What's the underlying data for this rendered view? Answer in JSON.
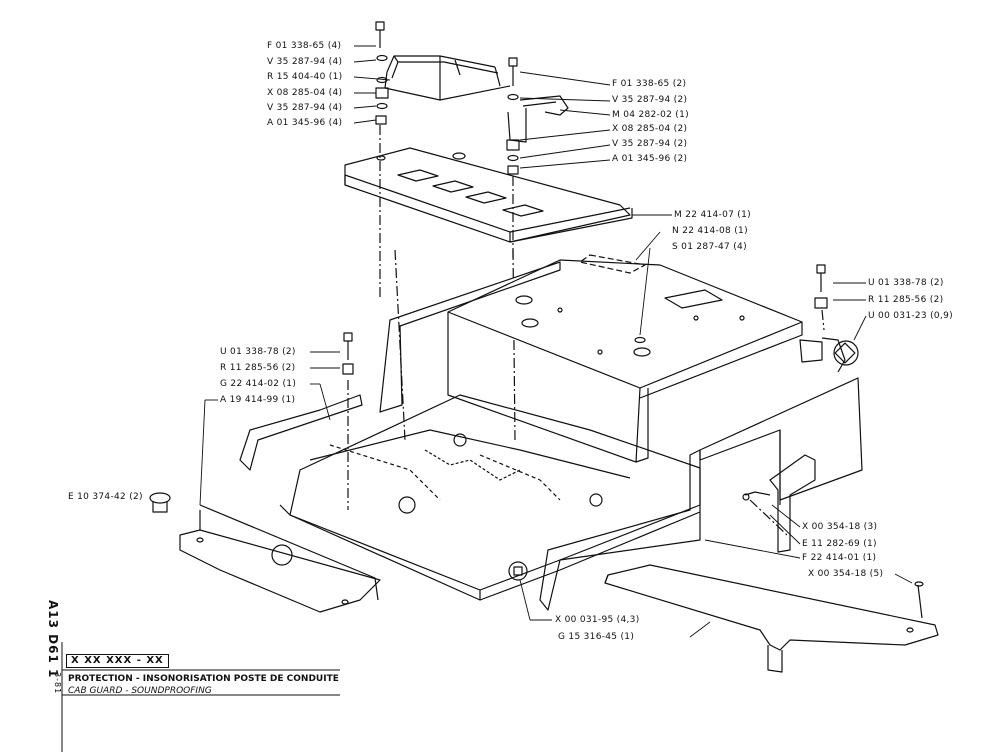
{
  "title_block": {
    "code_vertical_1": "A13 D61 1",
    "date_vertical": "3-81",
    "box_code": "X XX XXX - XX",
    "title_fr": "PROTECTION - INSONORISATION POSTE DE CONDUITE",
    "title_en": "CAB GUARD - SOUNDPROOFING"
  },
  "callouts": [
    {
      "id": "c1",
      "text": "F 01 338-65 (4)"
    },
    {
      "id": "c2",
      "text": "V 35 287-94 (4)"
    },
    {
      "id": "c3",
      "text": "R 15 404-40 (1)"
    },
    {
      "id": "c4",
      "text": "X 08 285-04 (4)"
    },
    {
      "id": "c5",
      "text": "V 35 287-94 (4)"
    },
    {
      "id": "c6",
      "text": "A 01 345-96 (4)"
    },
    {
      "id": "c7",
      "text": "F 01 338-65 (2)"
    },
    {
      "id": "c8",
      "text": "V 35 287-94 (2)"
    },
    {
      "id": "c9",
      "text": "M 04 282-02 (1)"
    },
    {
      "id": "c10",
      "text": "X 08 285-04 (2)"
    },
    {
      "id": "c11",
      "text": "V 35 287-94 (2)"
    },
    {
      "id": "c12",
      "text": "A 01 345-96 (2)"
    },
    {
      "id": "c13",
      "text": "M 22 414-07 (1)"
    },
    {
      "id": "c14",
      "text": "N 22 414-08 (1)"
    },
    {
      "id": "c15",
      "text": "S 01 287-47 (4)"
    },
    {
      "id": "c16",
      "text": "U 01 338-78 (2)"
    },
    {
      "id": "c17",
      "text": "R 11 285-56 (2)"
    },
    {
      "id": "c18",
      "text": "U 00 031-23 (0,9)"
    },
    {
      "id": "c19",
      "text": "U 01 338-78 (2)"
    },
    {
      "id": "c20",
      "text": "R 11 285-56 (2)"
    },
    {
      "id": "c21",
      "text": "G 22 414-02 (1)"
    },
    {
      "id": "c22",
      "text": "A 19 414-99 (1)"
    },
    {
      "id": "c23",
      "text": "E 10 374-42 (2)"
    },
    {
      "id": "c24",
      "text": "X 00 354-18 (3)"
    },
    {
      "id": "c25",
      "text": "E 11 282-69 (1)"
    },
    {
      "id": "c26",
      "text": "F 22 414-01 (1)"
    },
    {
      "id": "c27",
      "text": "X 00 354-18 (5)"
    },
    {
      "id": "c28",
      "text": "X 00 031-95 (4,3)"
    },
    {
      "id": "c29",
      "text": "G 15 316-45 (1)"
    }
  ]
}
